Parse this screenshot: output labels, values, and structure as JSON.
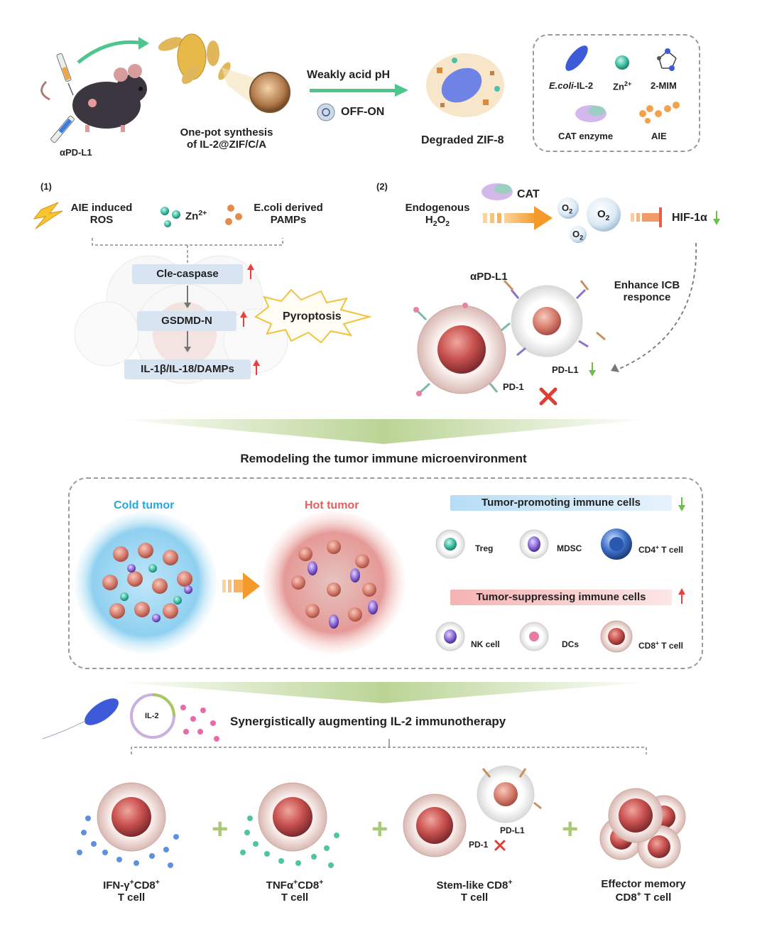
{
  "colors": {
    "cold": "#2aa6d8",
    "hot": "#e0605f",
    "arrow_orange": "#f39a2b",
    "arrow_green": "#4cc68d",
    "green_band": "#a9c97a",
    "up_red": "#e8413c",
    "down_green": "#6bbf4a"
  },
  "top": {
    "antibody_label": "αPD-L1",
    "synthesis_line1": "One-pot synthesis",
    "synthesis_line2": "of IL-2@ZIF/C/A",
    "arrow_label": "Weakly acid pH",
    "switch_label": "OFF-ON",
    "degraded_label": "Degraded ZIF-8",
    "legend": {
      "ecoli": "E.coli",
      "ecoli_suffix": "-IL-2",
      "zn": "Zn",
      "zn_sup": "2+",
      "mim": "2-MIM",
      "cat": "CAT enzyme",
      "aie": "AIE"
    }
  },
  "panel1": {
    "tag": "(1)",
    "aie_line1": "AIE induced",
    "aie_line2": "ROS",
    "zn": "Zn",
    "zn_sup": "2+",
    "ecoli_line1": "E.coli derived",
    "ecoli_line2": "PAMPs",
    "step1": "Cle-caspase",
    "step2": "GSDMD-N",
    "step3": "IL-1β/IL-18/DAMPs",
    "pyroptosis": "Pyroptosis"
  },
  "panel2": {
    "tag": "(2)",
    "endo_line1": "Endogenous",
    "h2o2_h": "H",
    "h2o2_2a": "2",
    "h2o2_o": "O",
    "h2o2_2b": "2",
    "cat": "CAT",
    "o2_o": "O",
    "o2_sub": "2",
    "hif": "HIF-1α",
    "antibody": "αPD-L1",
    "icb_line1": "Enhance ICB",
    "icb_line2": "responce",
    "pdl1": "PD-L1",
    "pd1": "PD-1"
  },
  "section2": {
    "title": "Remodeling the tumor immune microenvironment",
    "cold": "Cold tumor",
    "hot": "Hot tumor",
    "promoting": "Tumor-promoting immune cells",
    "suppressing": "Tumor-suppressing immune cells",
    "treg": "Treg",
    "mdsc": "MDSC",
    "cd4_pre": "CD4",
    "cd4_sup": "+",
    "cd4_post": " T cell",
    "nk": "NK cell",
    "dcs": "DCs",
    "cd8_pre": "CD8",
    "cd8_sup": "+",
    "cd8_post": " T cell"
  },
  "section3": {
    "title": "Synergistically augmenting IL-2 immunotherapy",
    "plasmid": "IL-2",
    "c1_l1a": "IFN-γ",
    "c1_l1s": "+",
    "c1_l1b": "CD8",
    "c1_l1s2": "+",
    "c1_l2": "T cell",
    "c2_l1a": "TNFα",
    "c2_l1s": "+",
    "c2_l1b": "CD8",
    "c2_l1s2": "+",
    "c2_l2": "T cell",
    "c3_l1": "Stem-like CD8",
    "c3_s": "+",
    "c3_l2": "T cell",
    "c3_pdl1": "PD-L1",
    "c3_pd1": "PD-1",
    "c4_l1": "Effector memory",
    "c4_l2a": "CD8",
    "c4_s": "+",
    "c4_l2b": " T cell"
  }
}
